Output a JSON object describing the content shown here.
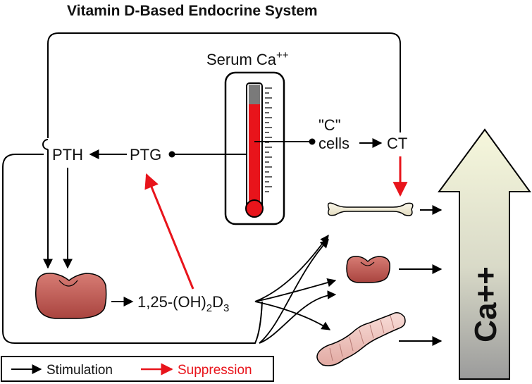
{
  "title": "Vitamin D-Based Endocrine System",
  "thermometer": {
    "label": "Serum Ca",
    "label_sup": "++"
  },
  "nodes": {
    "pth": "PTH",
    "ptg": "PTG",
    "c_cells_line1": "\"C\"",
    "c_cells_line2": "cells",
    "ct": "CT",
    "vitd_main": "1,25-(OH)",
    "vitd_sub1": "2",
    "vitd_d": "D",
    "vitd_sub2": "3"
  },
  "calcium_arrow": {
    "label": "Ca++"
  },
  "legend": {
    "stimulation": "Stimulation",
    "suppression": "Suppression"
  },
  "colors": {
    "stimulation": "#000000",
    "suppression": "#e8141b",
    "mercury": "#e8141b",
    "kidney": "#c0544f",
    "bone": "#f4eed8",
    "intestine": "#f2c9c4",
    "ca_arrow_top": "#f4f6d8",
    "ca_arrow_bottom": "#9a9a9a"
  },
  "icons": [
    "thermometer-icon",
    "kidney-icon",
    "bone-icon",
    "intestine-icon"
  ]
}
